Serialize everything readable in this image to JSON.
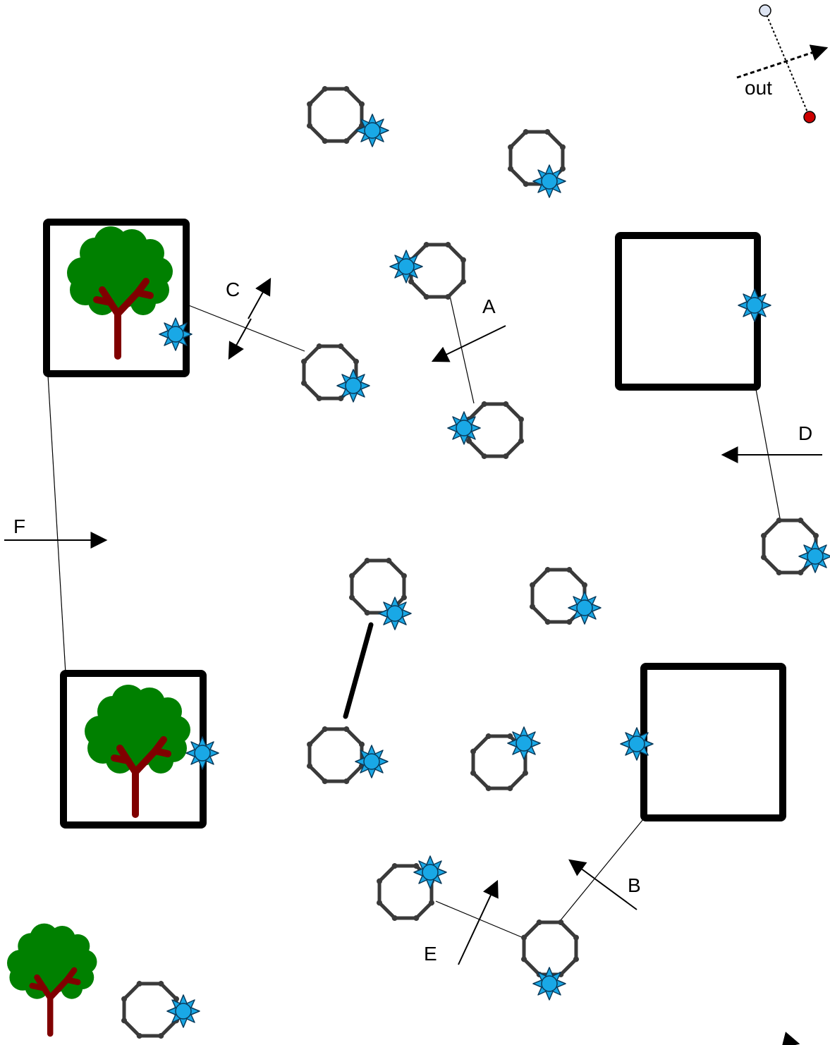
{
  "legend": {
    "out_label": "out"
  },
  "labels": {
    "a": "A",
    "b": "B",
    "c": "C",
    "d": "D",
    "e": "E",
    "f": "F"
  },
  "colors": {
    "stroke": "#000000",
    "ring": "#3a3a3a",
    "star_fill": "#19a8e6",
    "star_outline": "#0a3a5a",
    "foliage": "#008000",
    "trunk": "#800000",
    "legend_dot_top": "#dde4f2",
    "legend_dot_bottom": "#cc0000"
  }
}
